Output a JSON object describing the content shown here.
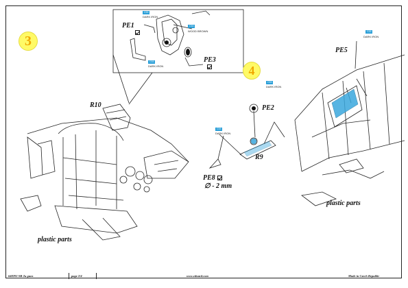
{
  "steps": {
    "step3": "3",
    "step4": "4"
  },
  "parts": {
    "pe1": "PE1",
    "pe3": "PE3",
    "r10": "R10",
    "pe2": "PE2",
    "r9": "R9",
    "pe8": "PE8",
    "pe8_note": "∅ - 2 mm",
    "pe5": "PE5"
  },
  "paint_tags": {
    "dark_iron": "DARK IRON",
    "wood_brown": "WOOD BROWN",
    "code_c33": "C33"
  },
  "notes": {
    "plastic_left": "plastic parts",
    "plastic_right": "plastic parts"
  },
  "footer": {
    "product": "648293  SB-2u guns",
    "page": "page 2/4",
    "url": "www.eduard.com",
    "origin": "Made in Czech Republic"
  },
  "colors": {
    "accent": "#2a9fd8",
    "step_badge": "#fffa66",
    "step_text": "#f0a800"
  },
  "icons": [
    "checkbox-icon",
    "arrow-icon"
  ]
}
